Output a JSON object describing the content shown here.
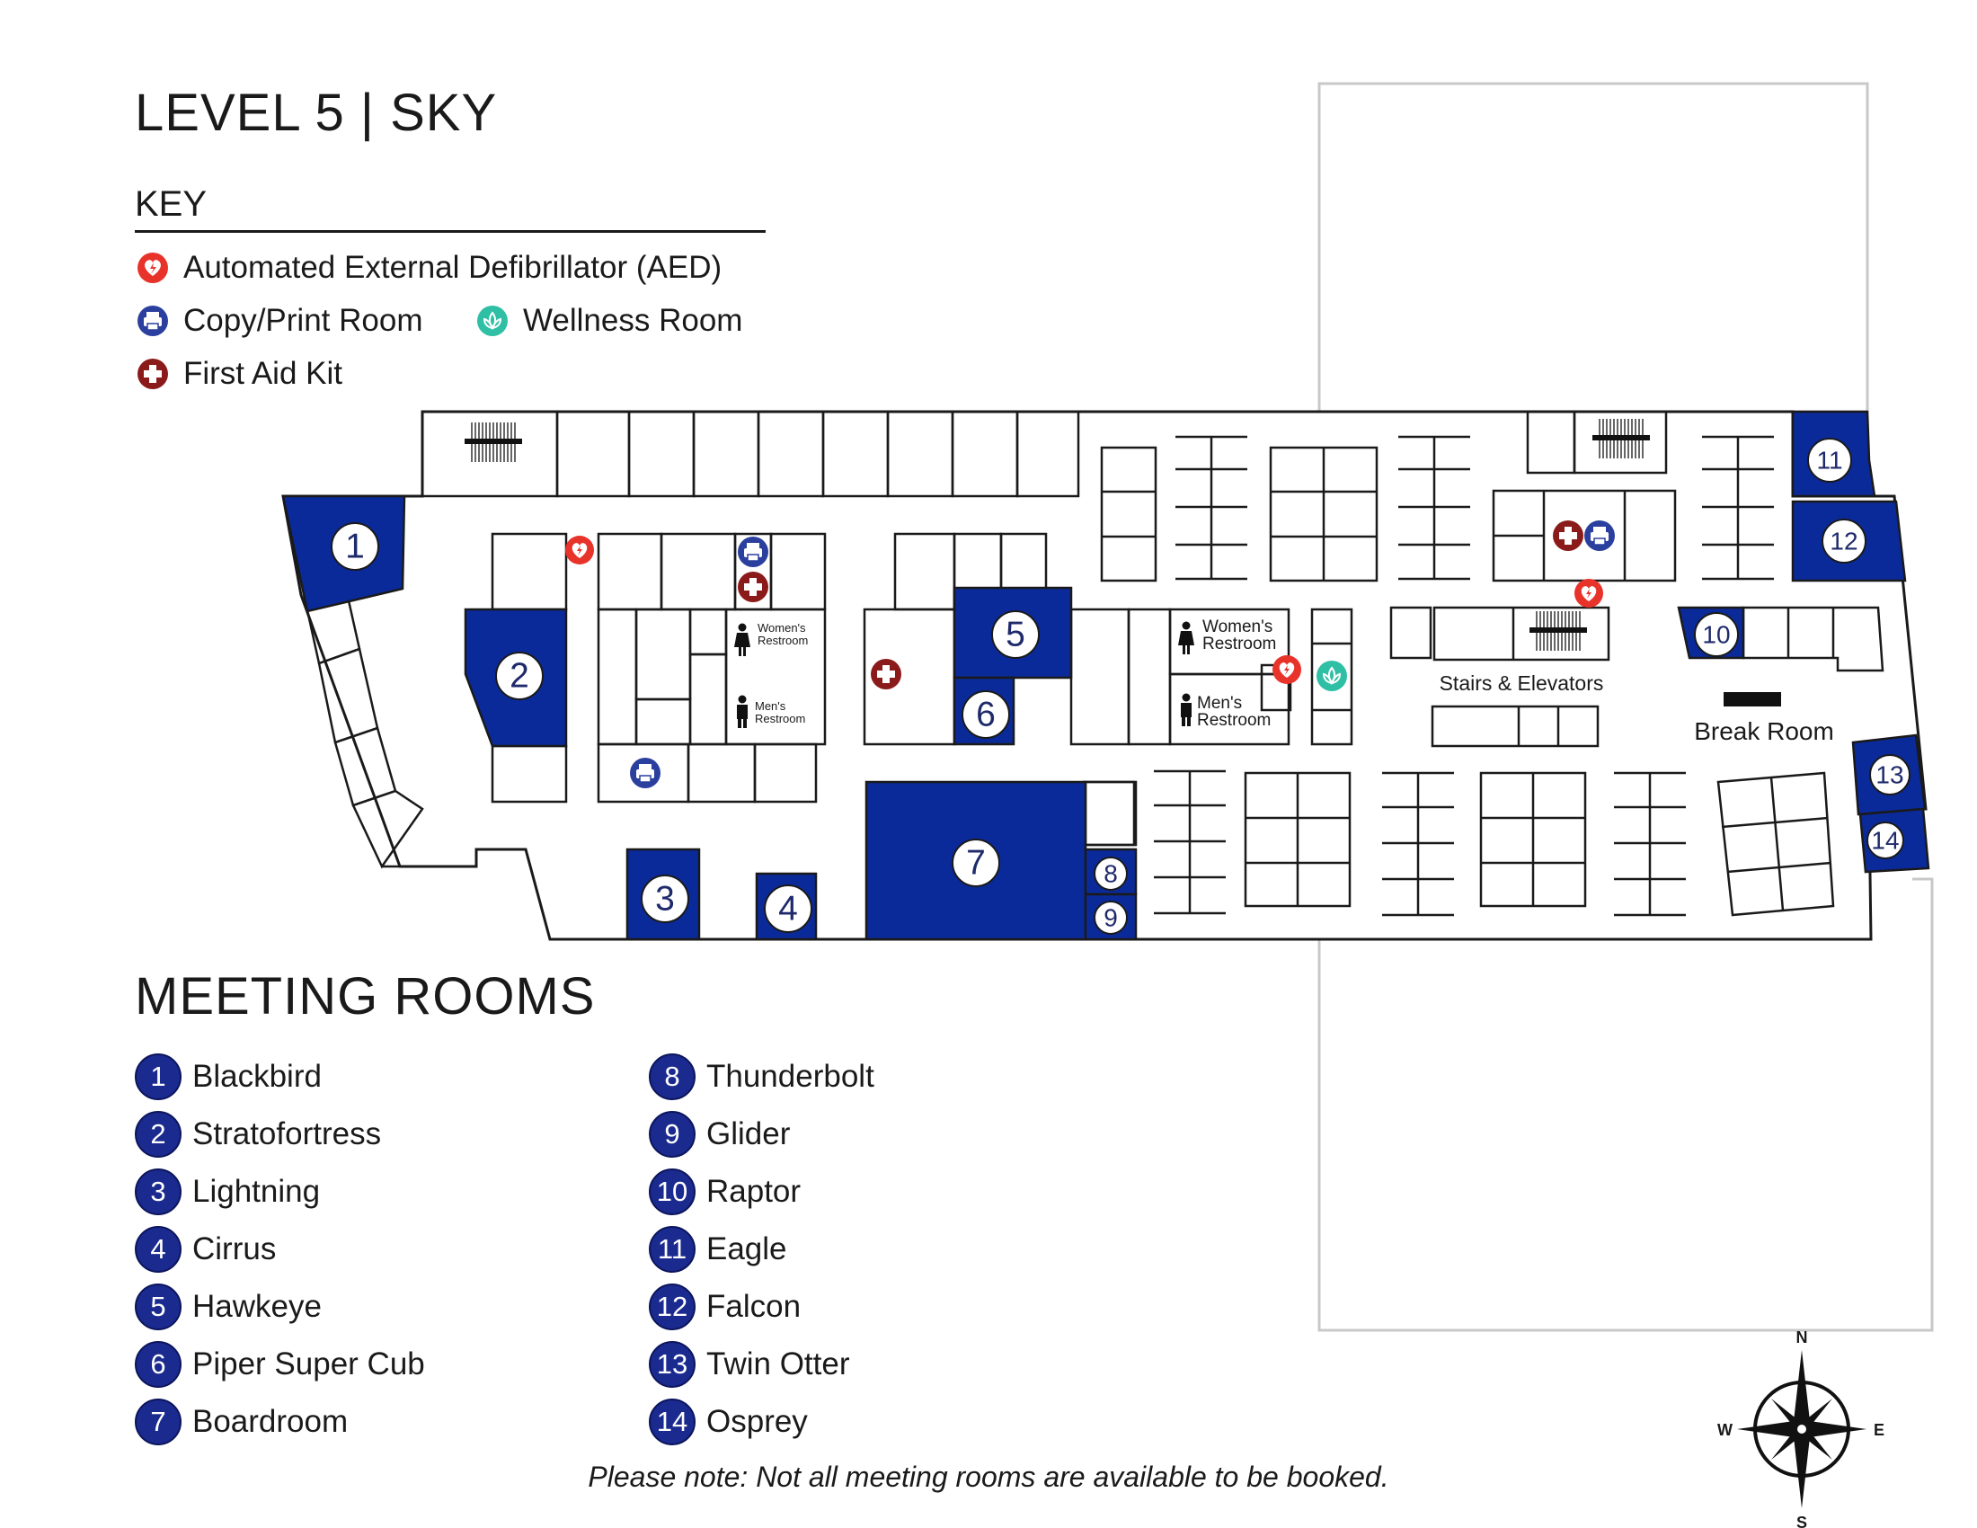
{
  "title": "LEVEL 5 | SKY",
  "key": {
    "heading": "KEY",
    "items": [
      {
        "icon": "aed-icon",
        "label": "Automated External Defibrillator (AED)",
        "color": "#e8332a"
      },
      {
        "icon": "printer-icon",
        "label": "Copy/Print Room",
        "color": "#2a3f9e"
      },
      {
        "icon": "wellness-icon",
        "label": "Wellness Room",
        "color": "#2fbfa5"
      },
      {
        "icon": "first-aid-icon",
        "label": "First Aid Kit",
        "color": "#8b1a1a"
      }
    ]
  },
  "map": {
    "rooms": [
      {
        "num": "1"
      },
      {
        "num": "2"
      },
      {
        "num": "3"
      },
      {
        "num": "4"
      },
      {
        "num": "5"
      },
      {
        "num": "6"
      },
      {
        "num": "7"
      },
      {
        "num": "8"
      },
      {
        "num": "9"
      },
      {
        "num": "10"
      },
      {
        "num": "11"
      },
      {
        "num": "12"
      },
      {
        "num": "13"
      },
      {
        "num": "14"
      }
    ],
    "labels": {
      "womens_restroom_1": "Women's",
      "womens_restroom_1b": "Restroom",
      "mens_restroom_1": "Men's",
      "mens_restroom_1b": "Restroom",
      "womens_restroom_2": "Women's",
      "womens_restroom_2b": "Restroom",
      "mens_restroom_2": "Men's",
      "mens_restroom_2b": "Restroom",
      "stairs": "Stairs & Elevators",
      "break_room": "Break Room"
    },
    "compass": {
      "n": "N",
      "s": "S",
      "e": "E",
      "w": "W"
    },
    "colors": {
      "room_fill": "#0b2a9a",
      "wall": "#1a1a1a",
      "outline_light": "#c8c8c8"
    }
  },
  "meeting_rooms": {
    "heading": "MEETING ROOMS",
    "left": [
      {
        "num": "1",
        "name": "Blackbird"
      },
      {
        "num": "2",
        "name": "Stratofortress"
      },
      {
        "num": "3",
        "name": "Lightning"
      },
      {
        "num": "4",
        "name": "Cirrus"
      },
      {
        "num": "5",
        "name": "Hawkeye"
      },
      {
        "num": "6",
        "name": "Piper Super Cub"
      },
      {
        "num": "7",
        "name": "Boardroom"
      }
    ],
    "right": [
      {
        "num": "8",
        "name": "Thunderbolt"
      },
      {
        "num": "9",
        "name": "Glider"
      },
      {
        "num": "10",
        "name": "Raptor"
      },
      {
        "num": "11",
        "name": "Eagle"
      },
      {
        "num": "12",
        "name": "Falcon"
      },
      {
        "num": "13",
        "name": "Twin Otter"
      },
      {
        "num": "14",
        "name": "Osprey"
      }
    ]
  },
  "note": "Please note: Not all meeting rooms are available to be booked."
}
